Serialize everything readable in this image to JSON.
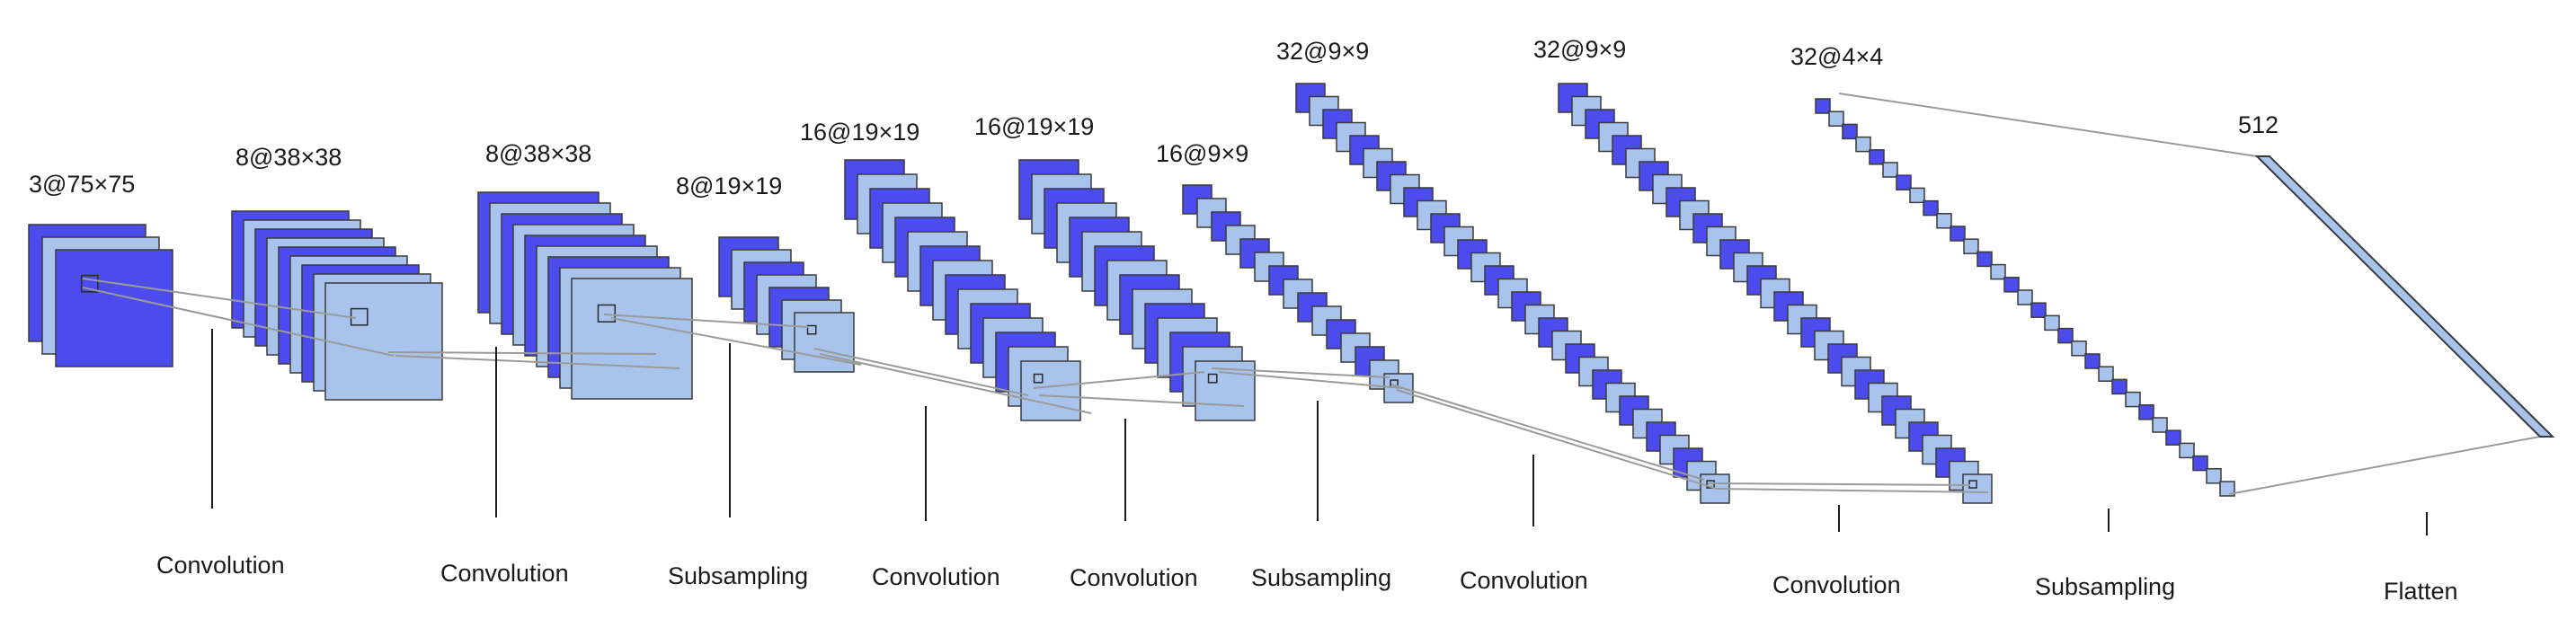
{
  "layers": [
    {
      "dim": "3@75×75"
    },
    {
      "dim": "8@38×38"
    },
    {
      "dim": "8@38×38"
    },
    {
      "dim": "8@19×19"
    },
    {
      "dim": "16@19×19"
    },
    {
      "dim": "16@19×19"
    },
    {
      "dim": "16@9×9"
    },
    {
      "dim": "32@9×9"
    },
    {
      "dim": "32@9×9"
    },
    {
      "dim": "32@4×4"
    },
    {
      "dim": "512"
    }
  ],
  "operations": [
    "Convolution",
    "Convolution",
    "Subsampling",
    "Convolution",
    "Convolution",
    "Subsampling",
    "Convolution",
    "Convolution",
    "Subsampling",
    "Flatten"
  ],
  "colors": {
    "dark_map": "#4b4bee",
    "light_map": "#a9c4ec",
    "connector": "#9a9a9a"
  }
}
